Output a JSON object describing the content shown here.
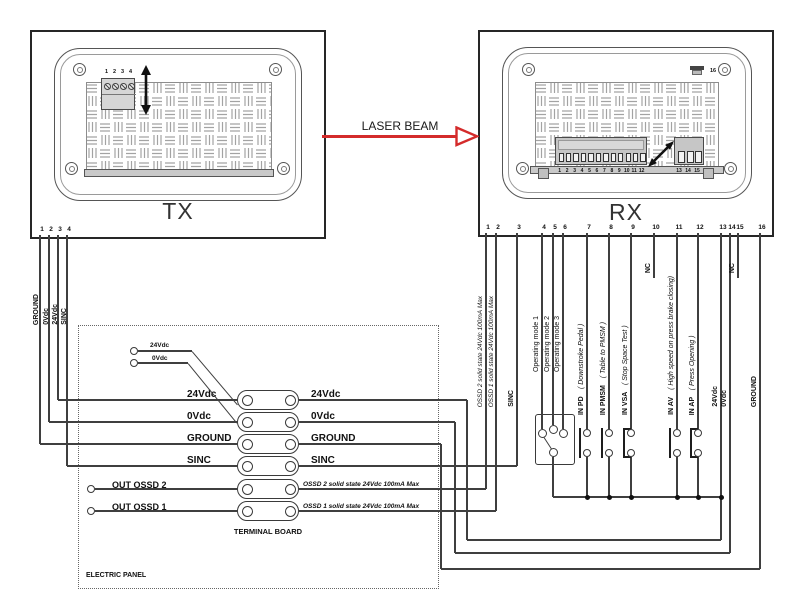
{
  "laser": {
    "label": "LASER BEAM"
  },
  "tx": {
    "title": "TX",
    "block_pins": [
      "1",
      "2",
      "3",
      "4"
    ],
    "pins": [
      "1",
      "2",
      "3",
      "4"
    ]
  },
  "rx": {
    "title": "RX",
    "block_pins": [
      "1",
      "2",
      "3",
      "4",
      "5",
      "6",
      "7",
      "8",
      "9",
      "10",
      "11",
      "12"
    ],
    "block2_pins": [
      "13",
      "14",
      "15"
    ],
    "top_pin": "16",
    "pins": [
      "1",
      "2",
      "3",
      "4",
      "5",
      "6",
      "7",
      "8",
      "9",
      "10",
      "11",
      "12",
      "13",
      "14",
      "15",
      "16"
    ]
  },
  "tx_wires": [
    {
      "pin": "1",
      "label": "GROUND"
    },
    {
      "pin": "2",
      "label": "0Vdc"
    },
    {
      "pin": "3",
      "label": "24Vdc"
    },
    {
      "pin": "4",
      "label": "SINC"
    }
  ],
  "rx_wires": [
    {
      "pin": "1",
      "label": "OSSD 2 solid state 24Vdc 100mA Max"
    },
    {
      "pin": "2",
      "label": "OSSD 1 solid state 24Vdc 100mA Max"
    },
    {
      "pin": "3",
      "label": "SINC"
    },
    {
      "pin": "4",
      "label": "Operating mode 1"
    },
    {
      "pin": "5",
      "label": "Operating mode 2"
    },
    {
      "pin": "6",
      "label": "Operating mode 3"
    },
    {
      "pin": "7",
      "label": "IN PD",
      "desc": "( Downstroke Pedal )"
    },
    {
      "pin": "8",
      "label": "IN PMSM",
      "desc": "( Table to PMSM )"
    },
    {
      "pin": "9",
      "label": "IN VSA",
      "desc": "( Stop Space Test )"
    },
    {
      "pin": "10",
      "label": "NC"
    },
    {
      "pin": "11",
      "label": "IN AV",
      "desc": "( High speed on press brake closing)"
    },
    {
      "pin": "12",
      "label": "IN AP",
      "desc": "( Press Opening )"
    },
    {
      "pin": "13",
      "label": "24Vdc"
    },
    {
      "pin": "14",
      "label": "0Vdc"
    },
    {
      "pin": "15",
      "label": "NC"
    },
    {
      "pin": "16",
      "label": "GROUND"
    }
  ],
  "panel": {
    "label": "ELECTRIC PANEL",
    "terminal_board_label": "TERMINAL BOARD",
    "supply": [
      {
        "label": "24Vdc"
      },
      {
        "label": "0Vdc"
      }
    ],
    "rows": [
      {
        "left": "24Vdc",
        "right": "24Vdc"
      },
      {
        "left": "0Vdc",
        "right": "0Vdc"
      },
      {
        "left": "GROUND",
        "right": "GROUND"
      },
      {
        "left": "SINC",
        "right": "SINC"
      },
      {
        "left": "OUT OSSD 2",
        "right": "OSSD 2 solid state 24Vdc 100mA Max"
      },
      {
        "left": "OUT OSSD 1",
        "right": "OSSD 1 solid state 24Vdc 100mA Max"
      }
    ]
  },
  "colors": {
    "laser": "#d42b2b",
    "wire": "#3f3f3f"
  }
}
